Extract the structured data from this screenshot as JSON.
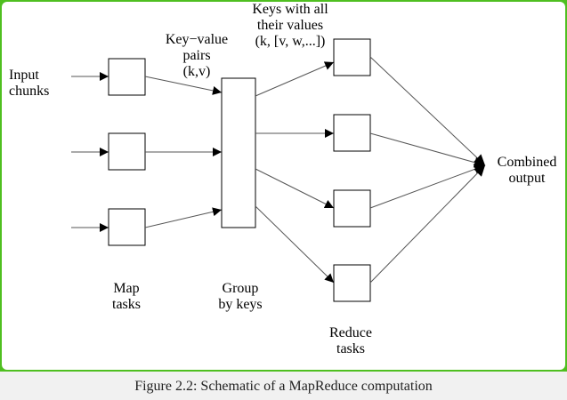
{
  "labels": {
    "input_line1": "Input",
    "input_line2": "chunks",
    "kv_line1": "Key−value",
    "kv_line2": "pairs",
    "kv_line3": "(k,v)",
    "keys_line1": "Keys with all",
    "keys_line2": "their values",
    "keys_line3": "(k, [v, w,...])",
    "combined_line1": "Combined",
    "combined_line2": "output",
    "map_line1": "Map",
    "map_line2": "tasks",
    "group_line1": "Group",
    "group_line2": "by keys",
    "reduce_line1": "Reduce",
    "reduce_line2": "tasks"
  },
  "caption": "Figure 2.2: Schematic of a MapReduce computation",
  "colors": {
    "frame": "#4fbf20",
    "panel": "#ffffff",
    "caption_bar": "#f1f1f1",
    "ink": "#000000",
    "edge": "#555555"
  }
}
